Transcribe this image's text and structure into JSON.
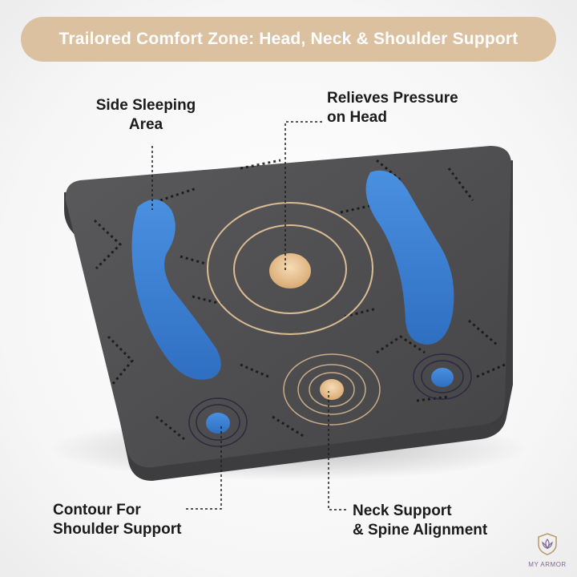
{
  "banner": {
    "title": "Trailored Comfort Zone: Head, Neck & Shoulder Support"
  },
  "callouts": {
    "side_sleeping": {
      "line1": "Side Sleeping",
      "line2": "Area"
    },
    "relieves_pressure": {
      "line1": "Relieves Pressure",
      "line2": "on Head"
    },
    "contour_shoulder": {
      "line1": "Contour For",
      "line2": "Shoulder Support"
    },
    "neck_support": {
      "line1": "Neck Support",
      "line2": "& Spine Alignment"
    }
  },
  "brand": {
    "name": "MY ARMOR"
  },
  "colors": {
    "banner": "#dcc1a1",
    "pillow": "#4e4e50",
    "gel_blue": "#3f86d6",
    "center_beige": "#e9c79c"
  }
}
